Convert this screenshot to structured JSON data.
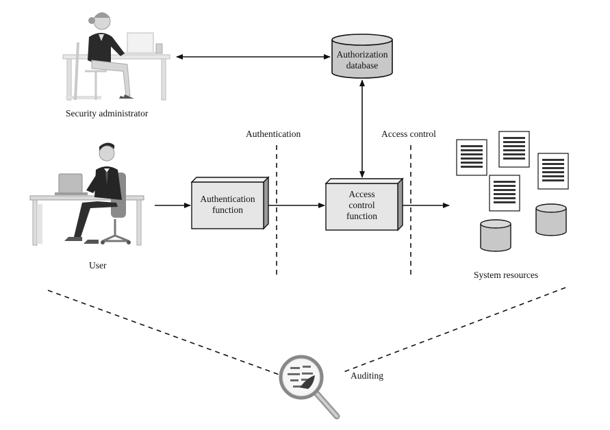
{
  "nodes": {
    "security_admin": "Security administrator",
    "authorization_db_line1": "Authorization",
    "authorization_db_line2": "database",
    "authentication_boundary": "Authentication",
    "access_control_boundary": "Access control",
    "user": "User",
    "authentication_function_line1": "Authentication",
    "authentication_function_line2": "function",
    "access_control_function_line1": "Access",
    "access_control_function_line2": "control",
    "access_control_function_line3": "function",
    "system_resources": "System resources",
    "auditing": "Auditing"
  },
  "colors": {
    "box_fill": "#e6e6e6",
    "box_dark": "#9a9a9a",
    "cylinder_fill": "#c8c8c8",
    "line": "#111111"
  },
  "icons": [
    "admin-person-icon",
    "user-person-icon",
    "document-icon",
    "database-icon",
    "magnifier-icon"
  ]
}
